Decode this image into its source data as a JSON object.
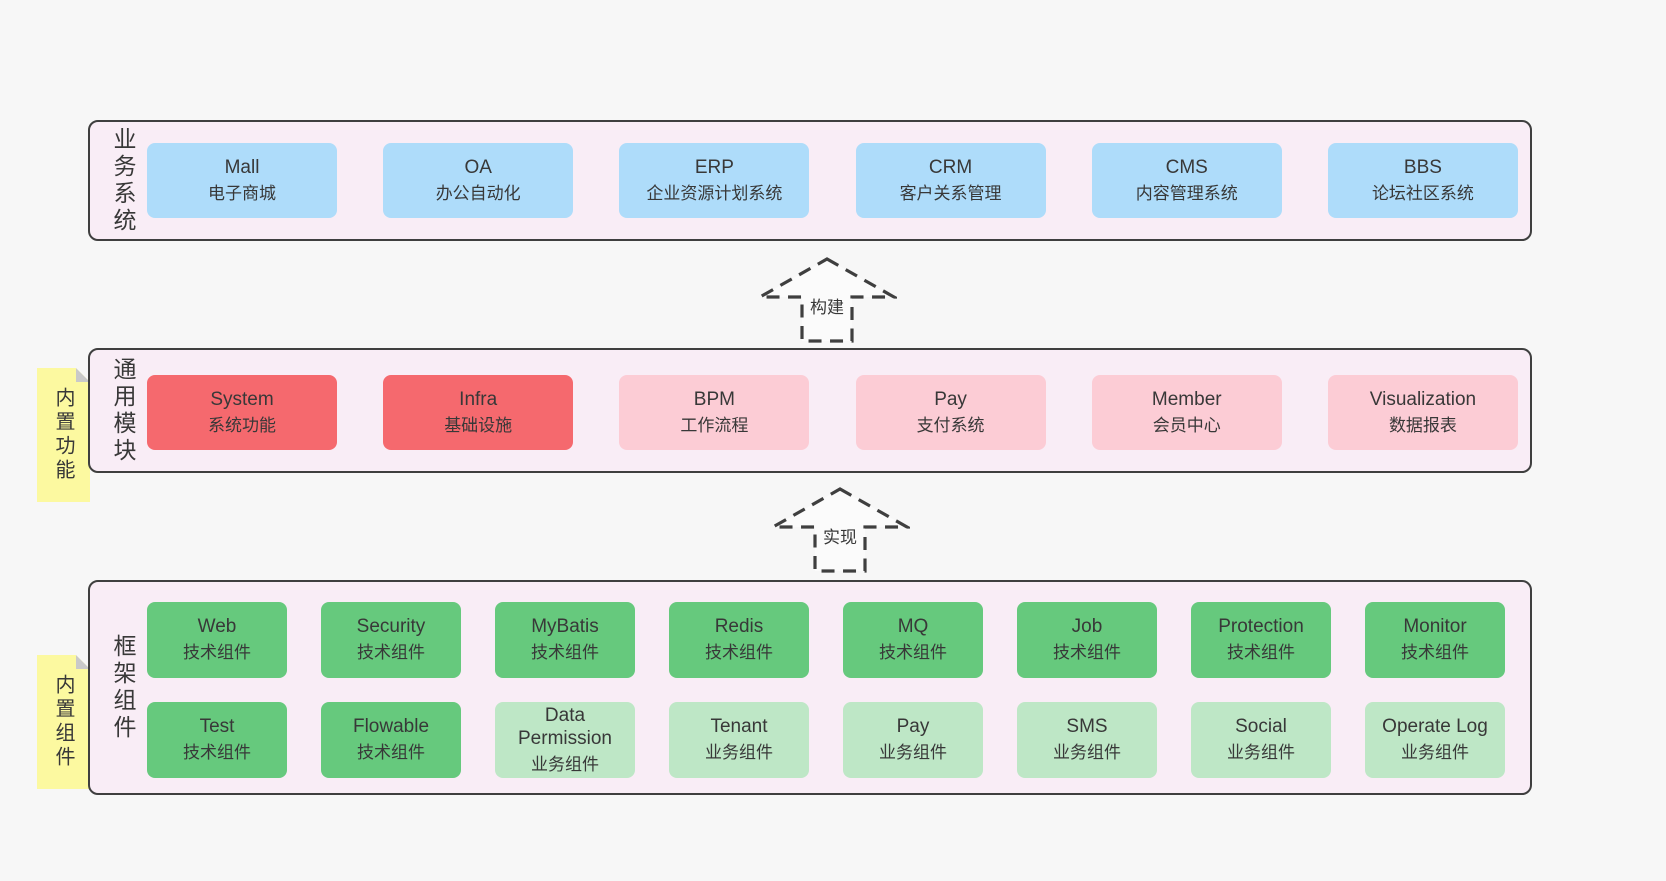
{
  "colors": {
    "page-bg": "#f7f7f7",
    "panel-bg": "#f9edf6",
    "panel-border": "#3f3f3f",
    "blue": "#aedcfa",
    "red": "#f5696e",
    "pink": "#fcccd5",
    "green": "#66c97d",
    "lightgreen": "#bee7c6",
    "sticky": "#fcf9a0",
    "sticky-fold": "#c9c9c9",
    "text": "#383838"
  },
  "panels": {
    "business": {
      "label": "业务系统",
      "boxes": [
        {
          "en": "Mall",
          "cn": "电子商城",
          "type": "blue"
        },
        {
          "en": "OA",
          "cn": "办公自动化",
          "type": "blue"
        },
        {
          "en": "ERP",
          "cn": "企业资源计划系统",
          "type": "blue"
        },
        {
          "en": "CRM",
          "cn": "客户关系管理",
          "type": "blue"
        },
        {
          "en": "CMS",
          "cn": "内容管理系统",
          "type": "blue"
        },
        {
          "en": "BBS",
          "cn": "论坛社区系统",
          "type": "blue"
        }
      ]
    },
    "modules": {
      "label": "通用模块",
      "sticky": "内置功能",
      "boxes": [
        {
          "en": "System",
          "cn": "系统功能",
          "type": "red"
        },
        {
          "en": "Infra",
          "cn": "基础设施",
          "type": "red"
        },
        {
          "en": "BPM",
          "cn": "工作流程",
          "type": "pink"
        },
        {
          "en": "Pay",
          "cn": "支付系统",
          "type": "pink"
        },
        {
          "en": "Member",
          "cn": "会员中心",
          "type": "pink"
        },
        {
          "en": "Visualization",
          "cn": "数据报表",
          "type": "pink"
        }
      ]
    },
    "framework": {
      "label": "框架组件",
      "sticky": "内置组件",
      "rows": [
        [
          {
            "en": "Web",
            "cn": "技术组件",
            "type": "green"
          },
          {
            "en": "Security",
            "cn": "技术组件",
            "type": "green"
          },
          {
            "en": "MyBatis",
            "cn": "技术组件",
            "type": "green"
          },
          {
            "en": "Redis",
            "cn": "技术组件",
            "type": "green"
          },
          {
            "en": "MQ",
            "cn": "技术组件",
            "type": "green"
          },
          {
            "en": "Job",
            "cn": "技术组件",
            "type": "green"
          },
          {
            "en": "Protection",
            "cn": "技术组件",
            "type": "green"
          },
          {
            "en": "Monitor",
            "cn": "技术组件",
            "type": "green"
          }
        ],
        [
          {
            "en": "Test",
            "cn": "技术组件",
            "type": "green"
          },
          {
            "en": "Flowable",
            "cn": "技术组件",
            "type": "green"
          },
          {
            "en": "Data Permission",
            "cn": "业务组件",
            "type": "lightgreen"
          },
          {
            "en": "Tenant",
            "cn": "业务组件",
            "type": "lightgreen"
          },
          {
            "en": "Pay",
            "cn": "业务组件",
            "type": "lightgreen"
          },
          {
            "en": "SMS",
            "cn": "业务组件",
            "type": "lightgreen"
          },
          {
            "en": "Social",
            "cn": "业务组件",
            "type": "lightgreen"
          },
          {
            "en": "Operate Log",
            "cn": "业务组件",
            "type": "lightgreen"
          }
        ]
      ]
    }
  },
  "arrows": [
    {
      "label": "构建"
    },
    {
      "label": "实现"
    }
  ]
}
